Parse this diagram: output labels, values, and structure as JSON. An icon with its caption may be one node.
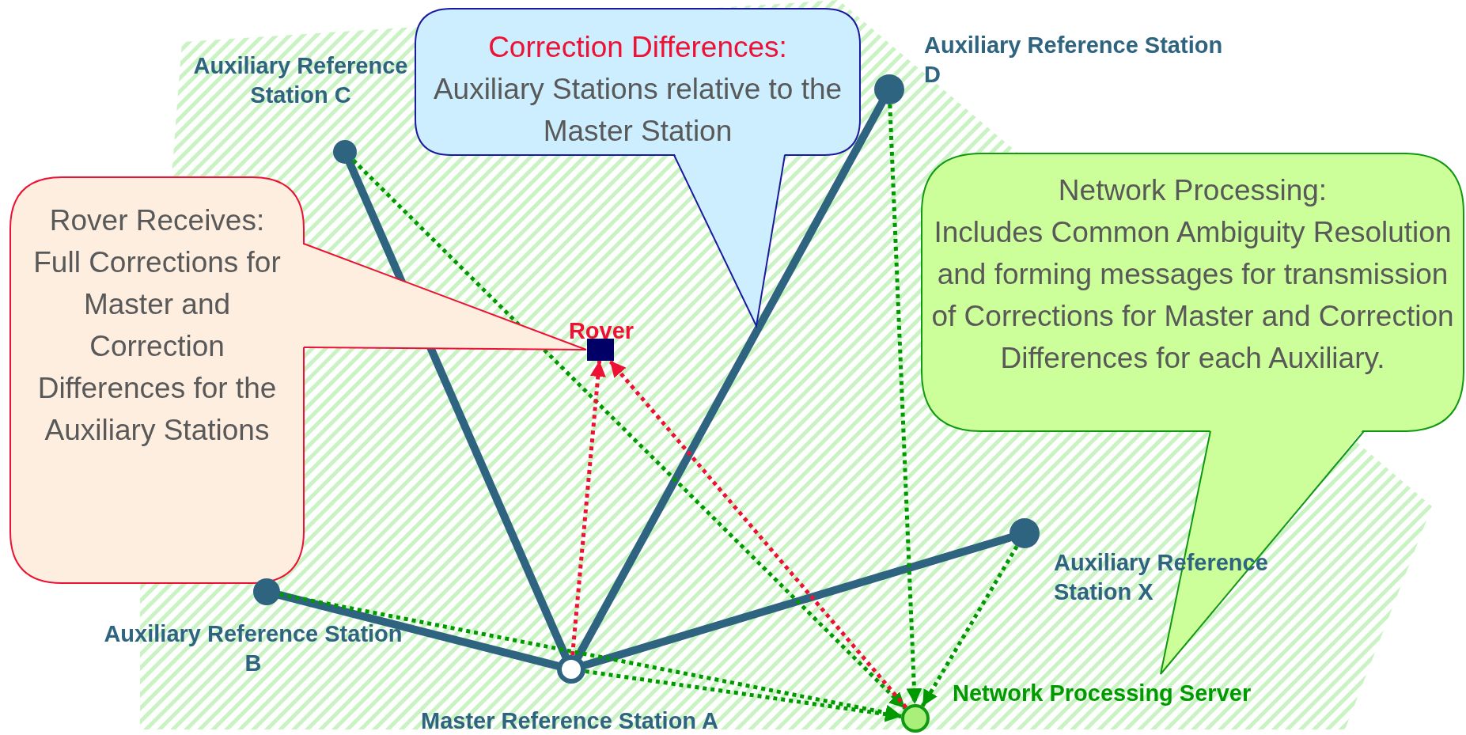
{
  "diagram": {
    "nodes": [
      {
        "text": [
          "Correction Differences:",
          "Auxiliary Stations relative to the Master Station"
        ]
      },
      {
        "text": [
          "Auxiliary Reference Station C"
        ]
      },
      {
        "text": [
          "Auxiliary Reference Station D"
        ]
      },
      {
        "text": [
          "Network Processing:",
          "Includes Common Ambiguity Resolution and forming messages for transmission of Corrections for Master and Correction Differences for each Auxiliary."
        ]
      },
      {
        "text": [
          "Rover Receives:",
          "Full Corrections for Master and Correction Differences for the Auxiliary Stations"
        ]
      },
      {
        "text": [
          "Rover"
        ]
      },
      {
        "text": [
          "Auxiliary Reference Station X"
        ]
      },
      {
        "text": [
          "Auxiliary Reference Station B"
        ]
      },
      {
        "text": [
          "Master Reference Station A"
        ]
      },
      {
        "text": [
          "Network Processing Server"
        ]
      }
    ],
    "edges": [
      {
        "from": 8,
        "to": 1,
        "arrow": "none",
        "style": "thick",
        "color": "#2e6480"
      },
      {
        "from": 8,
        "to": 2,
        "arrow": "none",
        "style": "thick",
        "color": "#2e6480"
      },
      {
        "from": 8,
        "to": 7,
        "arrow": "none",
        "style": "thick",
        "color": "#2e6480"
      },
      {
        "from": 8,
        "to": 6,
        "arrow": "none",
        "style": "thick",
        "color": "#2e6480"
      },
      {
        "from": 1,
        "to": 9,
        "arrow": "to",
        "style": "dashed"
      },
      {
        "from": 2,
        "to": 9,
        "arrow": "to",
        "style": "dashed"
      },
      {
        "from": 6,
        "to": 9,
        "arrow": "to",
        "style": "dashed"
      },
      {
        "from": 7,
        "to": 9,
        "arrow": "to",
        "style": "dashed"
      },
      {
        "from": 8,
        "to": 9,
        "arrow": "to",
        "style": "dashed"
      },
      {
        "from": 8,
        "to": 5,
        "arrow": "to",
        "style": "dashed",
        "color": "#ee1133"
      },
      {
        "from": 9,
        "to": 5,
        "arrow": "to",
        "style": "dashed",
        "color": "#ee1133"
      }
    ]
  }
}
